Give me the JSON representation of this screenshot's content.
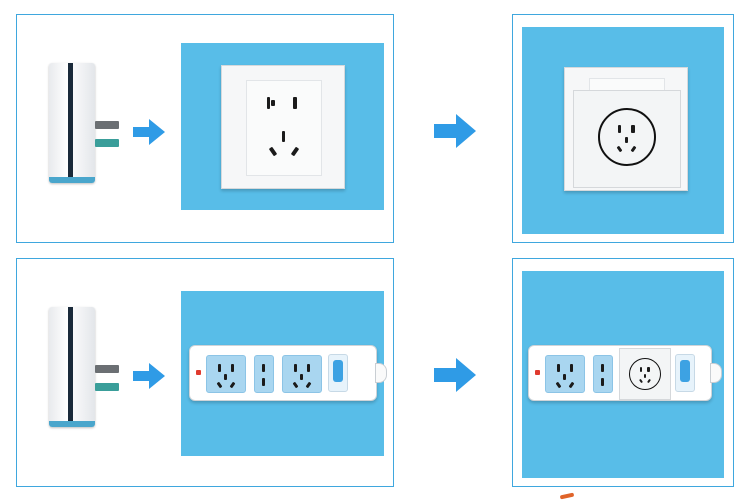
{
  "scene": {
    "description_labels": [],
    "panels": [
      {
        "id": "top-left",
        "kind": "plug-to-wall-socket"
      },
      {
        "id": "top-right",
        "kind": "wall-socket-with-adapter"
      },
      {
        "id": "bottom-left",
        "kind": "plug-to-power-strip"
      },
      {
        "id": "bottom-right",
        "kind": "power-strip-with-adapter"
      }
    ]
  },
  "colors": {
    "frame_border": "#3fa7de",
    "background_blue": "#58bde8",
    "arrow_blue": "#2f9be6",
    "socket_blue": "#a9d6f0",
    "switch_blue": "#3da2e3"
  },
  "icons": [
    "arrow-right-icon",
    "plug-icon",
    "wall-socket-icon",
    "power-strip-icon",
    "adapter-socket-icon"
  ]
}
